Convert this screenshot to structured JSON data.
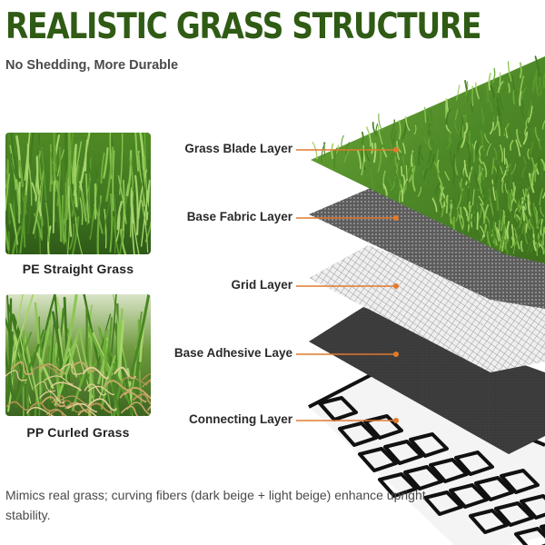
{
  "header": {
    "title": "REALISTIC GRASS STRUCTURE",
    "subtitle": "No Shedding, More Durable"
  },
  "samples": [
    {
      "caption": "PE Straight Grass"
    },
    {
      "caption": "PP Curled Grass"
    }
  ],
  "layers": [
    {
      "label": "Grass Blade Layer"
    },
    {
      "label": "Base Fabric Layer"
    },
    {
      "label": "Grid Layer"
    },
    {
      "label": "Base Adhesive Laye"
    },
    {
      "label": "Connecting Layer"
    }
  ],
  "footer": {
    "description": "Mimics real grass; curving fibers  (dark beige  + light beige) enhance upright stability."
  },
  "colors": {
    "title": "#2f5b14",
    "grass_dark": "#3d6e1c",
    "grass_light": "#6fa83a",
    "curl_beige": "#c9a86a",
    "leader_line": "#e07a2e",
    "fabric": "#6e6e6e",
    "grid": "#d6d6d6",
    "adhesive": "#3c3c3c",
    "connector": "#111111"
  }
}
